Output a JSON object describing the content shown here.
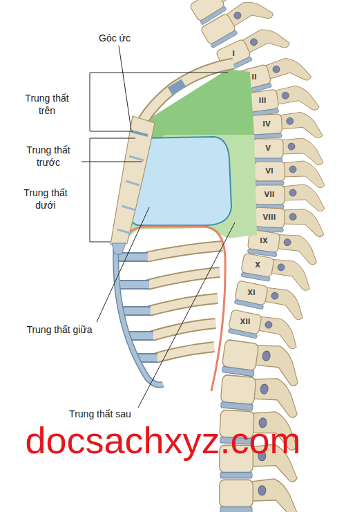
{
  "diagram": {
    "labels": [
      "Góc ức",
      "Trung thất trên",
      "Trung thất trước",
      "Trung thất dưới",
      "Trung thất giữa",
      "Trung thất sau",
      "I",
      "II",
      "III",
      "IV",
      "V",
      "VI",
      "VII",
      "VIII",
      "IX",
      "X",
      "XI",
      "XII",
      "docsachxyz.com"
    ]
  }
}
